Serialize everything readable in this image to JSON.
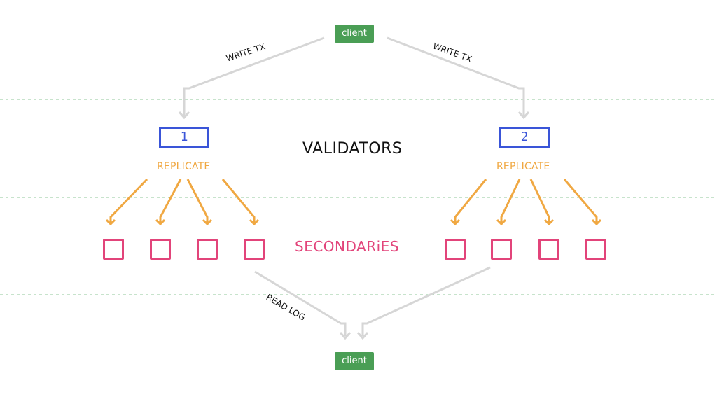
{
  "client_top": {
    "label": "client"
  },
  "client_bottom": {
    "label": "client"
  },
  "edges": {
    "write_left": "WRITE TX",
    "write_right": "WRITE TX",
    "read": "READ LOG"
  },
  "validators": {
    "label": "VALIDATORS",
    "items": [
      {
        "id": "1",
        "replicate": "REPLICATE"
      },
      {
        "id": "2",
        "replicate": "REPLICATE"
      }
    ]
  },
  "secondaries": {
    "label": "SECONDARiES",
    "count_per_validator": 4
  },
  "colors": {
    "client": "#4a9e55",
    "validator": "#3a55d8",
    "replicate": "#f0a842",
    "secondary": "#e2447a",
    "connector": "#d6d6d6",
    "divider": "#8fc79a"
  }
}
